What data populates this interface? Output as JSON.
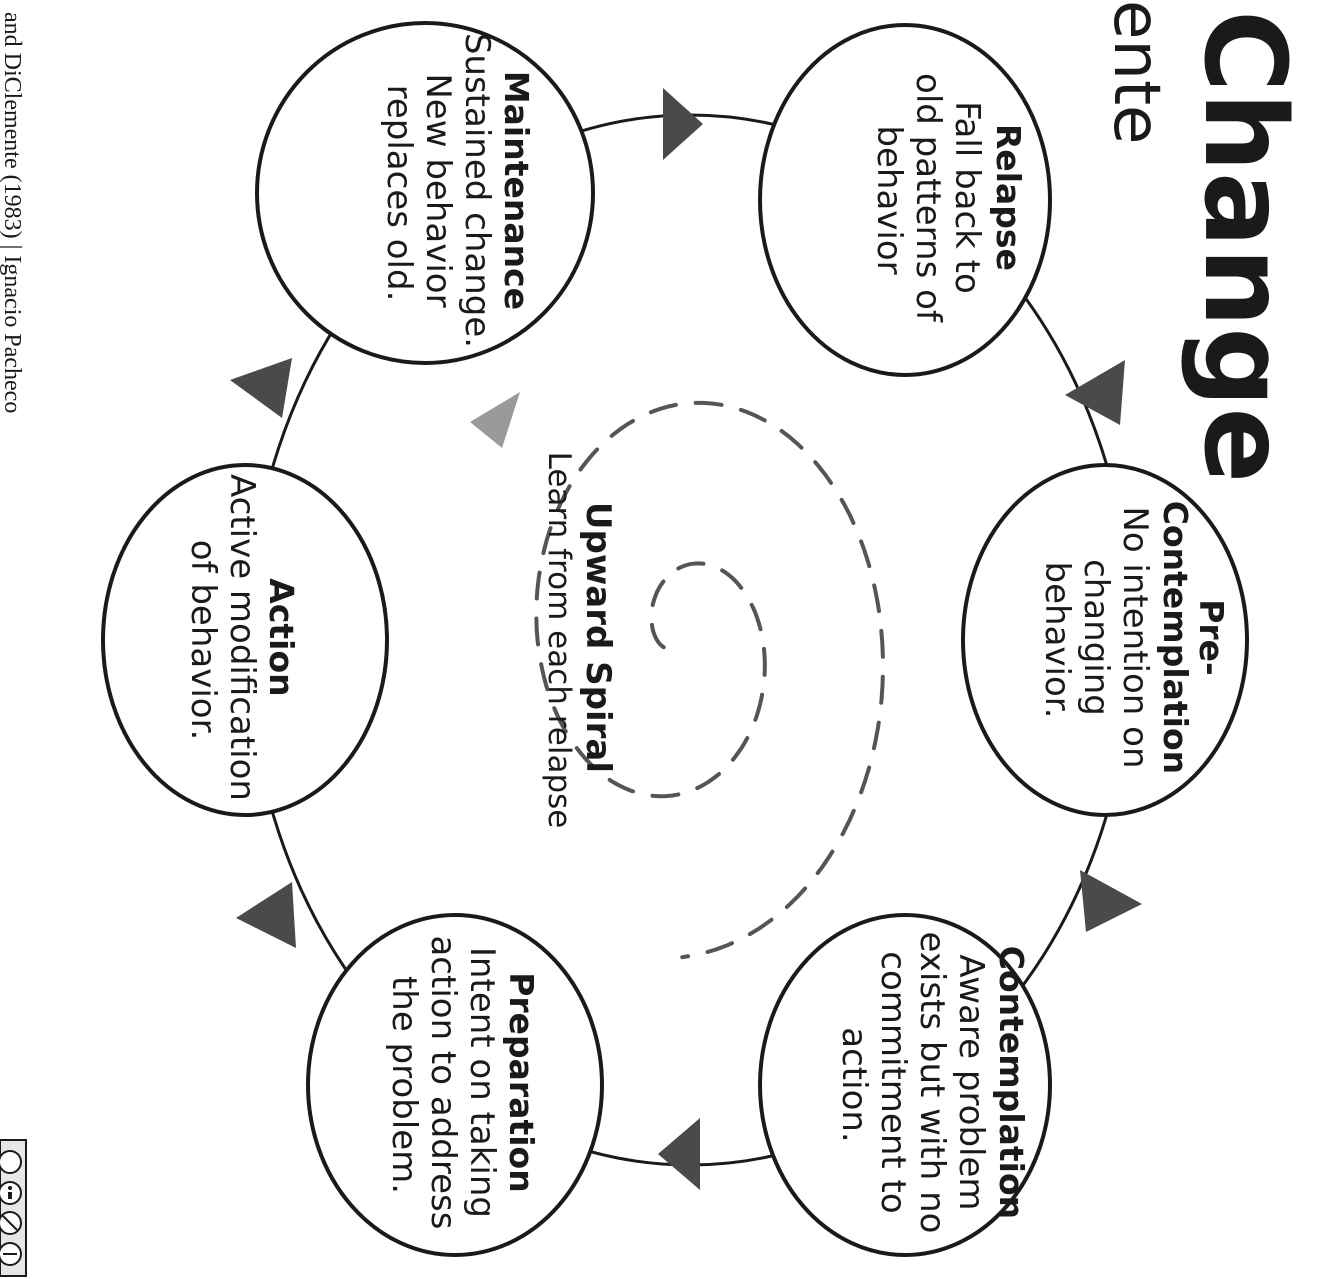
{
  "title": {
    "main": "Change",
    "sub": "ente"
  },
  "credit": "and DiClemente (1983) | Ignacio Pacheco",
  "license_icons": [
    "circle-icon",
    "info-icon",
    "no-commercial-icon",
    "no-derivatives-icon"
  ],
  "colors": {
    "stroke": "#1a1a1a",
    "arrow": "#4a4a4a",
    "dash": "#555555",
    "background": "#ffffff"
  },
  "stages": [
    {
      "id": "relapse",
      "title": [
        "Relapse"
      ],
      "lines": [
        "Fall back to",
        "old patterns of",
        "behavior"
      ]
    },
    {
      "id": "pre-contemplation",
      "title": [
        "Pre-",
        "Contemplation"
      ],
      "lines": [
        "No intention on",
        "changing",
        "behavior."
      ]
    },
    {
      "id": "contemplation",
      "title": [
        "Contemplation"
      ],
      "lines": [
        "Aware problem",
        "exists but with no",
        "commitment to",
        "action."
      ]
    },
    {
      "id": "preparation",
      "title": [
        "Preparation"
      ],
      "lines": [
        "Intent on taking",
        "action to address",
        "the problem."
      ]
    },
    {
      "id": "action",
      "title": [
        "Action"
      ],
      "lines": [
        "Active modification",
        "of behavior."
      ]
    },
    {
      "id": "maintenance",
      "title": [
        "Maintenance"
      ],
      "lines": [
        "Sustained change.",
        "New behavior",
        "replaces old."
      ]
    }
  ],
  "spiral": {
    "title": "Upward Spiral",
    "subtitle": "Learn from each relapse"
  }
}
